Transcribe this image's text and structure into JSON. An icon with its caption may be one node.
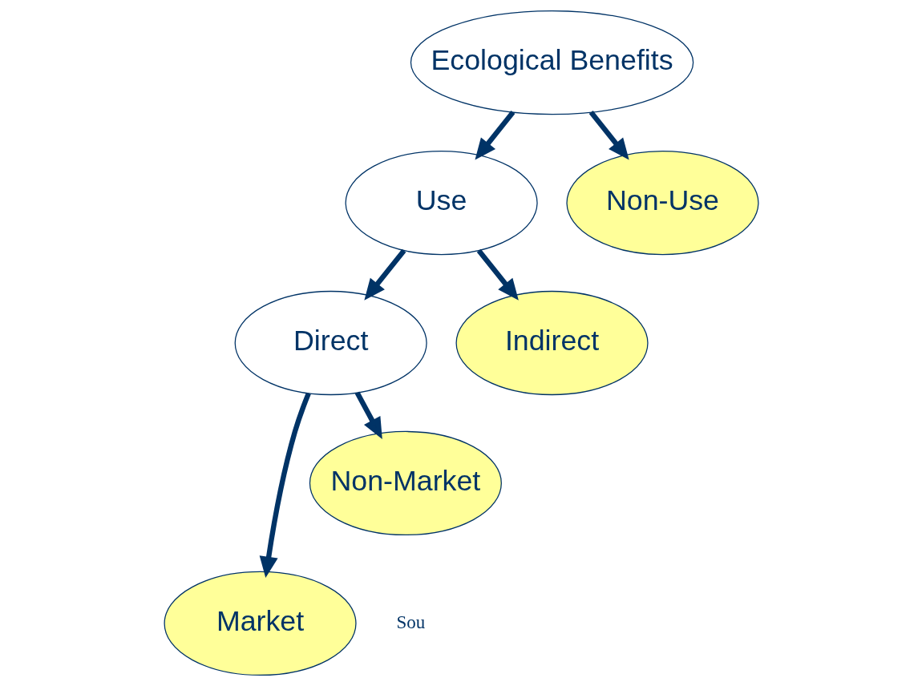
{
  "diagram": {
    "nodes": [
      {
        "text": [
          "Ecological Benefits"
        ]
      },
      {
        "text": [
          "Use"
        ]
      },
      {
        "text": [
          "Non-Use"
        ]
      },
      {
        "text": [
          "Direct"
        ]
      },
      {
        "text": [
          "Indirect"
        ]
      },
      {
        "text": [
          "Market"
        ]
      },
      {
        "text": [
          "Non-Market"
        ]
      }
    ],
    "edges": [
      {
        "from": 0,
        "to": 1,
        "arrow": "to"
      },
      {
        "from": 0,
        "to": 2,
        "arrow": "to"
      },
      {
        "from": 1,
        "to": 3,
        "arrow": "to"
      },
      {
        "from": 1,
        "to": 4,
        "arrow": "to"
      },
      {
        "from": 3,
        "to": 5,
        "arrow": "to"
      },
      {
        "from": 3,
        "to": 6,
        "arrow": "to"
      }
    ],
    "labels": [
      "Sou"
    ]
  }
}
